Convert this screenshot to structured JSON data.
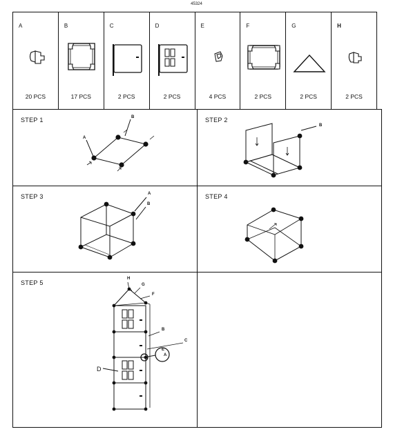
{
  "header": {
    "code": "45324"
  },
  "parts": [
    {
      "letter": "A",
      "qty": "20 PCS",
      "icon": "connector-icon"
    },
    {
      "letter": "B",
      "qty": "17 PCS",
      "icon": "square-panel-icon"
    },
    {
      "letter": "C",
      "qty": "2 PCS",
      "icon": "door-panel-icon"
    },
    {
      "letter": "D",
      "qty": "2 PCS",
      "icon": "window-door-panel-icon"
    },
    {
      "letter": "E",
      "qty": "4 PCS",
      "icon": "small-connector-icon"
    },
    {
      "letter": "F",
      "qty": "2 PCS",
      "icon": "rounded-panel-icon"
    },
    {
      "letter": "G",
      "qty": "2 PCS",
      "icon": "triangle-panel-icon"
    },
    {
      "letter": "H",
      "qty": "2 PCS",
      "icon": "roof-connector-icon"
    }
  ],
  "steps": [
    {
      "title": "STEP 1",
      "labels": [
        "A",
        "B"
      ]
    },
    {
      "title": "STEP 2",
      "labels": [
        "B"
      ]
    },
    {
      "title": "STEP 3",
      "labels": [
        "A",
        "B"
      ]
    },
    {
      "title": "STEP 4",
      "labels": []
    },
    {
      "title": "STEP 5",
      "labels": [
        "H",
        "G",
        "F",
        "B",
        "C",
        "E",
        "A",
        "D"
      ]
    }
  ]
}
